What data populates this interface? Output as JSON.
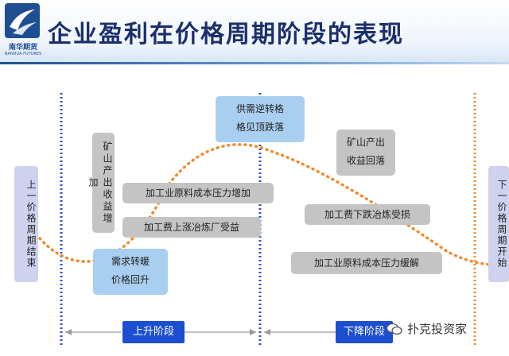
{
  "header": {
    "title": "企业盈利在价格周期阶段的表现",
    "logo_name": "南华期货",
    "logo_sub": "NANHUA FUTURES",
    "accent_color": "#1b2f6b"
  },
  "diagram": {
    "curve_color": "#f08a2a",
    "left_divider_color": "#2a4fd6",
    "right_divider_color": "#f08a2a",
    "side_left": "上一价格周期结束",
    "side_right": "下一价格周期开始",
    "boxes": {
      "supply_reversal_line1": "供需逆转格",
      "supply_reversal_line2": "格见顶跌落",
      "mine_output_fall_line1": "矿山产出",
      "mine_output_fall_line2": "收益回落",
      "mine_output_rise": "矿山产出收益增加",
      "processing_cost_rise": "加工业原料成本压力增加",
      "processing_fee_rise": "加工费上涨冶炼厂受益",
      "processing_fee_fall": "加工费下跌冶炼受损",
      "processing_cost_ease": "加工业原料成本压力缓解",
      "demand_recovery_line1": "需求转暖",
      "demand_recovery_line2": "价格回升"
    },
    "phases": {
      "up": "上升阶段",
      "down": "下降阶段"
    },
    "watermark": "扑克投资家"
  }
}
